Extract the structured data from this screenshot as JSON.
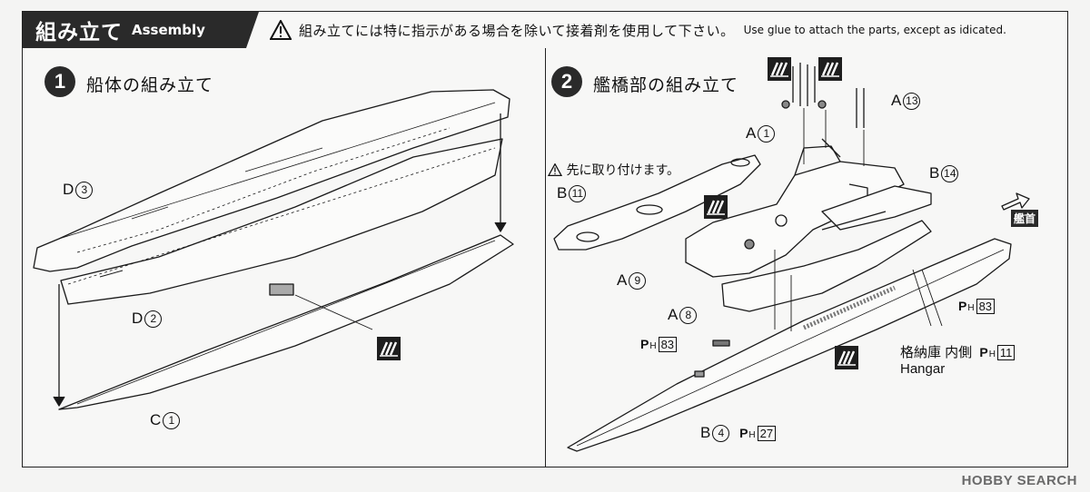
{
  "header": {
    "title_jp": "組み立て",
    "title_en": "Assembly",
    "notice_jp": "組み立てには特に指示がある場合を除いて接着剤を使用して下さい。",
    "notice_en": "Use glue to attach the parts, except as idicated."
  },
  "step1": {
    "number": "1",
    "title": "船体の組み立て",
    "labels": [
      {
        "letter": "D",
        "num": "3"
      },
      {
        "letter": "D",
        "num": "2"
      },
      {
        "letter": "C",
        "num": "1"
      }
    ]
  },
  "step2": {
    "number": "2",
    "title": "艦橋部の組み立て",
    "pre_attach_note": "先に取り付けます。",
    "bow_label": "艦首",
    "labels": [
      {
        "letter": "A",
        "num": "13"
      },
      {
        "letter": "A",
        "num": "1"
      },
      {
        "letter": "B",
        "num": "14"
      },
      {
        "letter": "B",
        "num": "11"
      },
      {
        "letter": "A",
        "num": "9"
      },
      {
        "letter": "A",
        "num": "8"
      },
      {
        "letter": "B",
        "num": "4"
      }
    ],
    "photo_etch": [
      {
        "prefix": "P",
        "sub": "H",
        "num": "83"
      },
      {
        "prefix": "P",
        "sub": "H",
        "num": "83"
      },
      {
        "prefix": "P",
        "sub": "H",
        "num": "11"
      },
      {
        "prefix": "P",
        "sub": "H",
        "num": "27"
      }
    ],
    "hangar_jp": "格納庫 内側",
    "hangar_en": "Hangar"
  },
  "watermark": "HOBBY SEARCH"
}
